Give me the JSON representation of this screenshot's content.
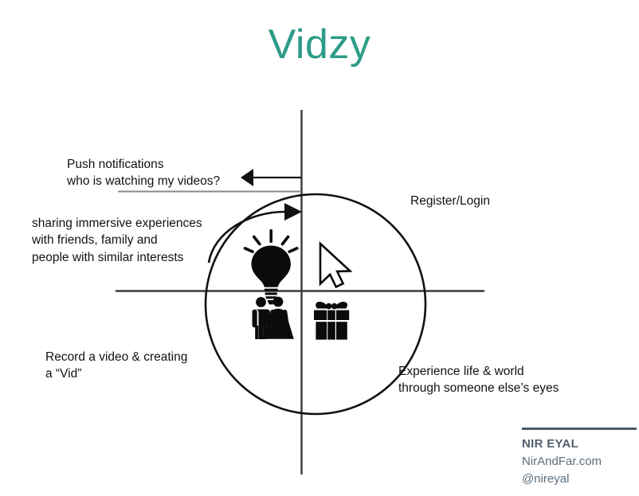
{
  "title": "Vidzy",
  "theme": {
    "title_color": "#2d9c88",
    "line_color": "#3a3a3a",
    "gray_line_color": "#8a8a8a",
    "text_color": "#121212",
    "credit_name_color": "#4f5f6e",
    "credit_link_color": "#5d6d7b",
    "background": "#ffffff"
  },
  "labels": {
    "push_notifications": "Push notifications\nwho is watching my videos?",
    "sharing": "sharing immersive experiences\nwith friends, family and\npeople with similar interests",
    "register_login": "Register/Login",
    "record_video": "Record a video & creating\na “Vid”",
    "experience": "Experience life & world\nthrough someone else’s eyes"
  },
  "icons": [
    {
      "name": "lightbulb-icon",
      "quadrant": "top-left",
      "meaning": "idea"
    },
    {
      "name": "mouse-cursor-icon",
      "quadrant": "top-right",
      "meaning": "click"
    },
    {
      "name": "couple-icon",
      "quadrant": "bottom-left",
      "meaning": "people-sharing"
    },
    {
      "name": "gift-box-icon",
      "quadrant": "bottom-right",
      "meaning": "reward"
    }
  ],
  "credit": {
    "name": "NIR EYAL",
    "site": "NirAndFar.com",
    "handle": "@nireyal"
  }
}
